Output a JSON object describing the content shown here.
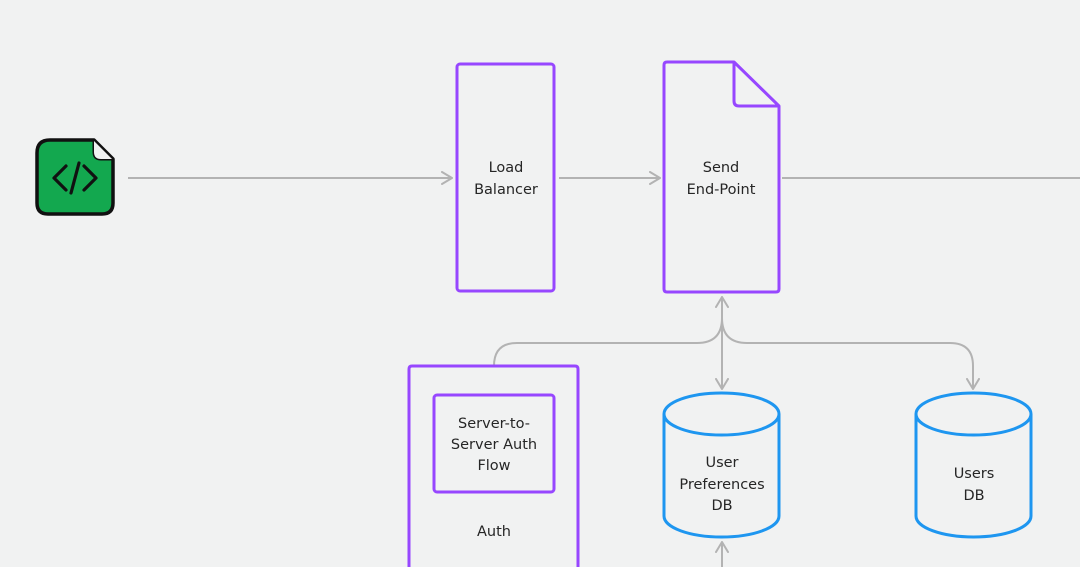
{
  "nodes": {
    "code_icon": {
      "icon": "code-file-icon",
      "color": "#13a84f"
    },
    "load_balancer": {
      "line1": "Load",
      "line2": "Balancer"
    },
    "send_endpoint": {
      "line1": "Send",
      "line2": "End-Point"
    },
    "auth_flow": {
      "line1": "Server-to-",
      "line2": "Server Auth",
      "line3": "Flow"
    },
    "auth": {
      "label": "Auth"
    },
    "user_prefs_db": {
      "line1": "User",
      "line2": "Preferences",
      "line3": "DB"
    },
    "users_db": {
      "line1": "Users",
      "line2": "DB"
    }
  },
  "colors": {
    "service_stroke": "#9747ff",
    "database_stroke": "#1e96f0",
    "connector": "#b3b3b3",
    "icon_fill": "#13a84f",
    "background": "#f1f2f2"
  }
}
